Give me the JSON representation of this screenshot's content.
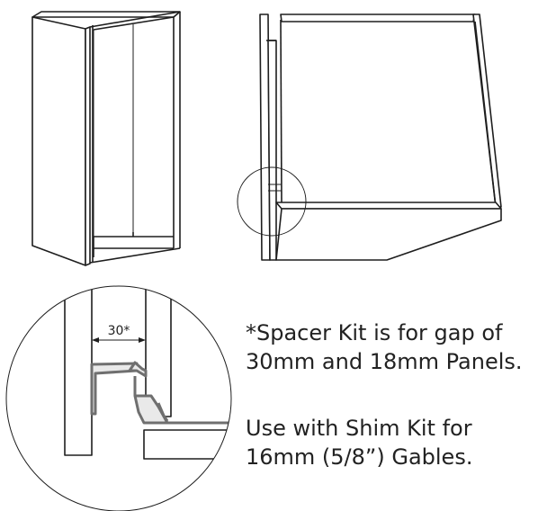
{
  "detail": {
    "dimension_label": "30*"
  },
  "notes": {
    "line1": "*Spacer Kit is for gap of",
    "line2": "30mm and 18mm Panels.",
    "line3": "Use with Shim Kit for",
    "line4": "16mm (5/8”) Gables."
  }
}
